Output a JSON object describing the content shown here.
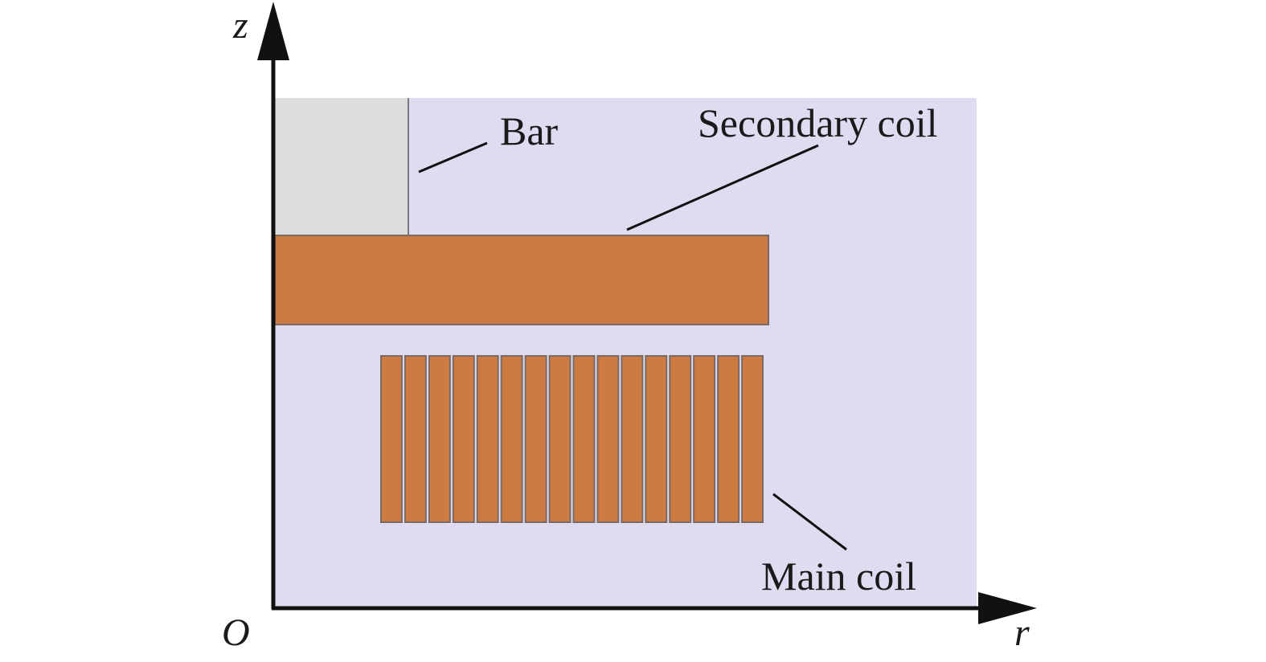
{
  "labels": {
    "bar": "Bar",
    "secondary_coil": "Secondary coil",
    "main_coil": "Main coil"
  },
  "axes": {
    "vertical": "z",
    "horizontal": "r",
    "origin": "O"
  },
  "main_coil_turns": 16,
  "colors": {
    "domain_fill": "#dfdcf1",
    "bar_fill": "#dcdcdc",
    "coil_fill": "#ce7b42",
    "coil_stroke": "#7a6a66",
    "ink": "#111111"
  }
}
